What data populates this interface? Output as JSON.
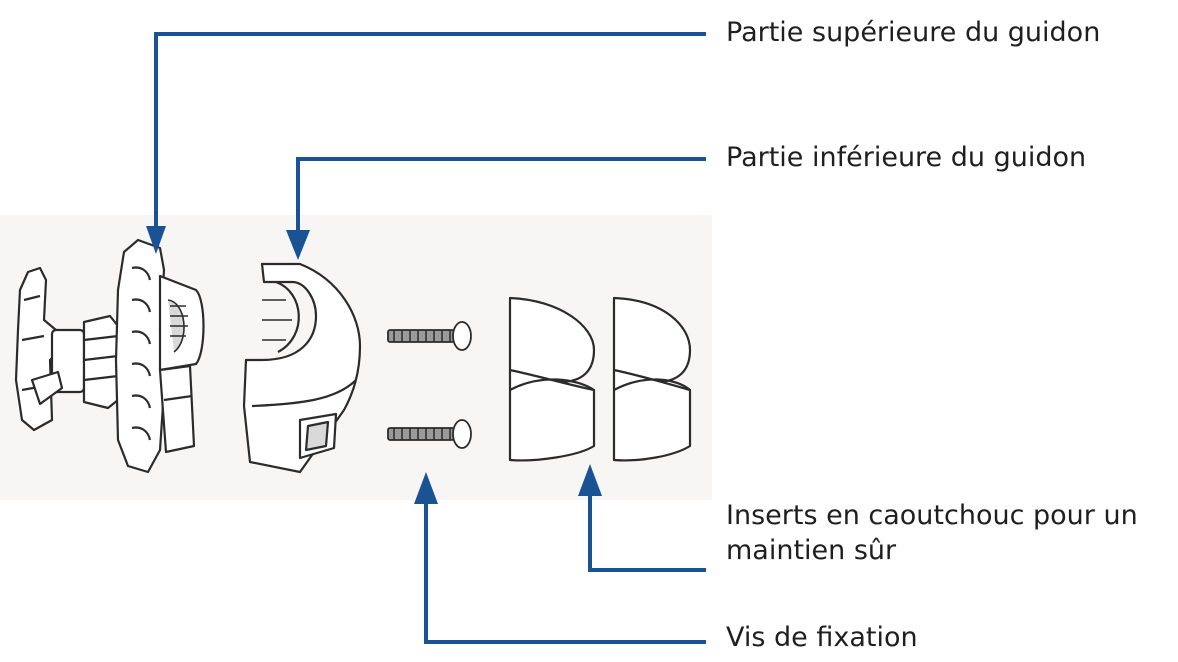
{
  "colors": {
    "callout": "#1a5393",
    "outline": "#2b2b2b",
    "fill": "#ffffff",
    "shade": "#d9d9d9",
    "background_panel": "#f7f5f3"
  },
  "callouts": {
    "top_part": {
      "label": "Partie supérieure du guidon"
    },
    "bottom_part": {
      "label": "Partie inférieure du guidon"
    },
    "inserts": {
      "label_line1": "Inserts en caoutchouc pour un",
      "label_line2": "maintien sûr"
    },
    "screws": {
      "label": "Vis de fixation"
    }
  }
}
